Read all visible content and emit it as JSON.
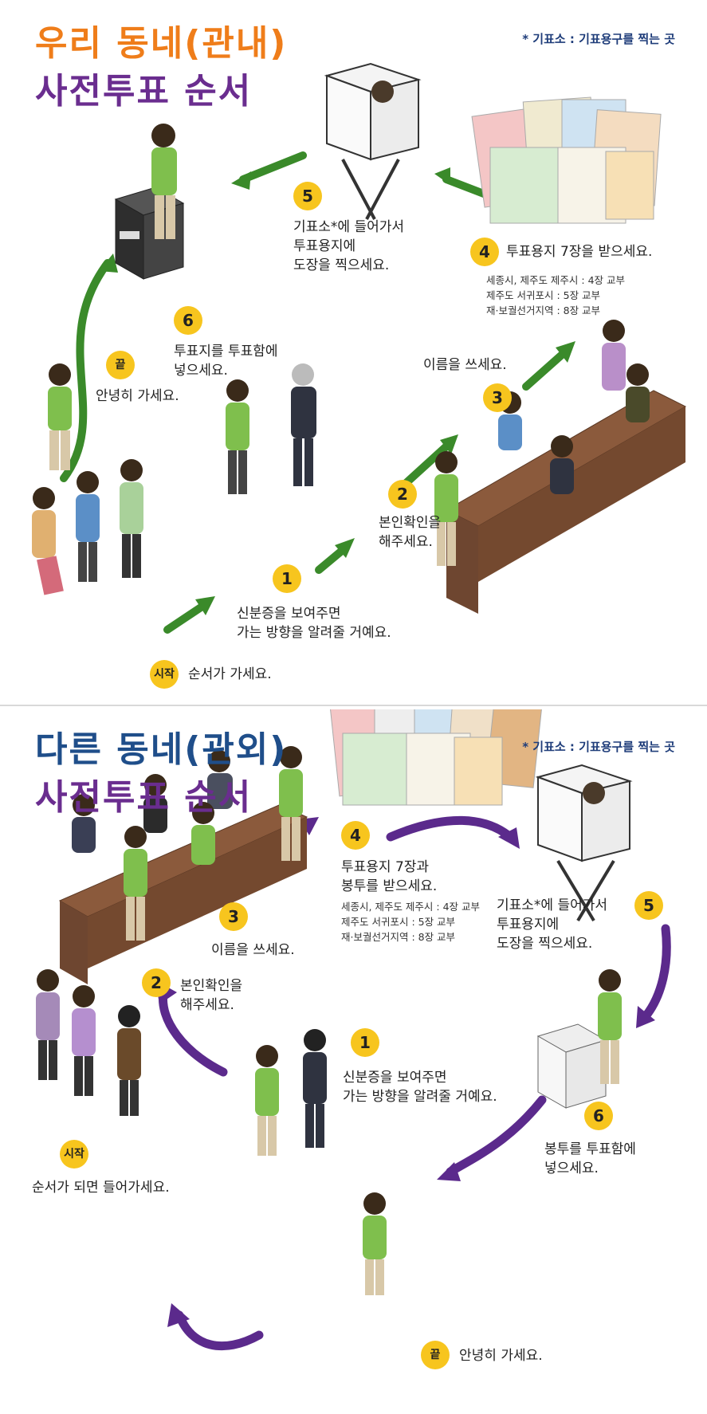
{
  "section1": {
    "title_line1": "우리 동네(관내)",
    "title_line2": "사전투표 순서",
    "note": "* 기표소 : 기표용구를 찍는 곳",
    "start_badge": "시작",
    "start_text": "순서가 가세요.",
    "step1_num": "1",
    "step1_text": "신분증을 보여주면\n가는 방향을 알려줄 거예요.",
    "step2_num": "2",
    "step2_text": "본인확인을\n해주세요.",
    "step3_num": "3",
    "step3_text": "이름을 쓰세요.",
    "step4_num": "4",
    "step4_text": "투표용지 7장을 받으세요.",
    "step4_detail": "세종시, 제주도 제주시 : 4장 교부\n제주도 서귀포시 : 5장 교부\n재·보궐선거지역 : 8장 교부",
    "step5_num": "5",
    "step5_text": "기표소*에 들어가서\n투표용지에\n도장을 찍으세요.",
    "step6_num": "6",
    "step6_text": "투표지를 투표함에\n넣으세요.",
    "end_badge": "끝",
    "end_text": "안녕히 가세요.",
    "arrow_color": "#3a8a2a",
    "title1_color": "#ef7d1a",
    "title2_color": "#6a2d8f"
  },
  "section2": {
    "title_line1": "다른 동네(관외)",
    "title_line2": "사전투표 순서",
    "note": "* 기표소 : 기표용구를 찍는 곳",
    "start_badge": "시작",
    "start_text": "순서가 되면 들어가세요.",
    "step1_num": "1",
    "step1_text": "신분증을 보여주면\n가는 방향을 알려줄 거예요.",
    "step2_num": "2",
    "step2_text": "본인확인을\n해주세요.",
    "step3_num": "3",
    "step3_text": "이름을 쓰세요.",
    "step4_num": "4",
    "step4_text": "투표용지 7장과\n봉투를 받으세요.",
    "step4_detail": "세종시, 제주도 제주시 : 4장 교부\n제주도 서귀포시 : 5장 교부\n재·보궐선거지역 : 8장 교부",
    "step5_num": "5",
    "step5_text": "기표소*에 들어가서\n투표용지에\n도장을 찍으세요.",
    "step6_num": "6",
    "step6_text": "봉투를 투표함에\n넣으세요.",
    "end_badge": "끝",
    "end_text": "안녕히 가세요.",
    "arrow_color": "#5b2a8c",
    "title1_color": "#1f4e8a",
    "title2_color": "#6a2d8f"
  },
  "booth_label": "기표소",
  "ballot_box_label": "투표함"
}
